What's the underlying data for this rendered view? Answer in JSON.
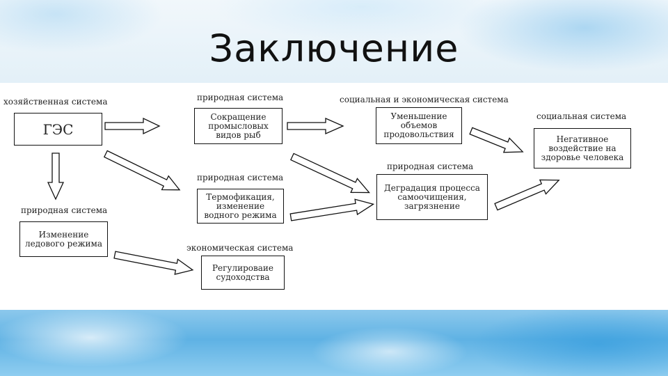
{
  "title": "Заключение",
  "diagram": {
    "labels": {
      "hoz": "хозяйственная система",
      "prir1": "природная система",
      "soc_econ": "социальная и экономическая система",
      "soc": "социальная система",
      "prir2": "природная система",
      "prir3": "природная система",
      "prir4": "природная система",
      "econ": "экономическая система"
    },
    "nodes": {
      "ges": "ГЭС",
      "sokr": "Сокращение промысловых видов рыб",
      "umen": "Уменьшение объемов продовольствия",
      "neg": "Негативное воздействие на здоровье человека",
      "term": "Термофикация, изменение водного режима",
      "degr": "Деградация процесса самоочищения, загрязнение",
      "izm": "Изменение ледового режима",
      "reg": "Регулироваие судоходства"
    }
  }
}
